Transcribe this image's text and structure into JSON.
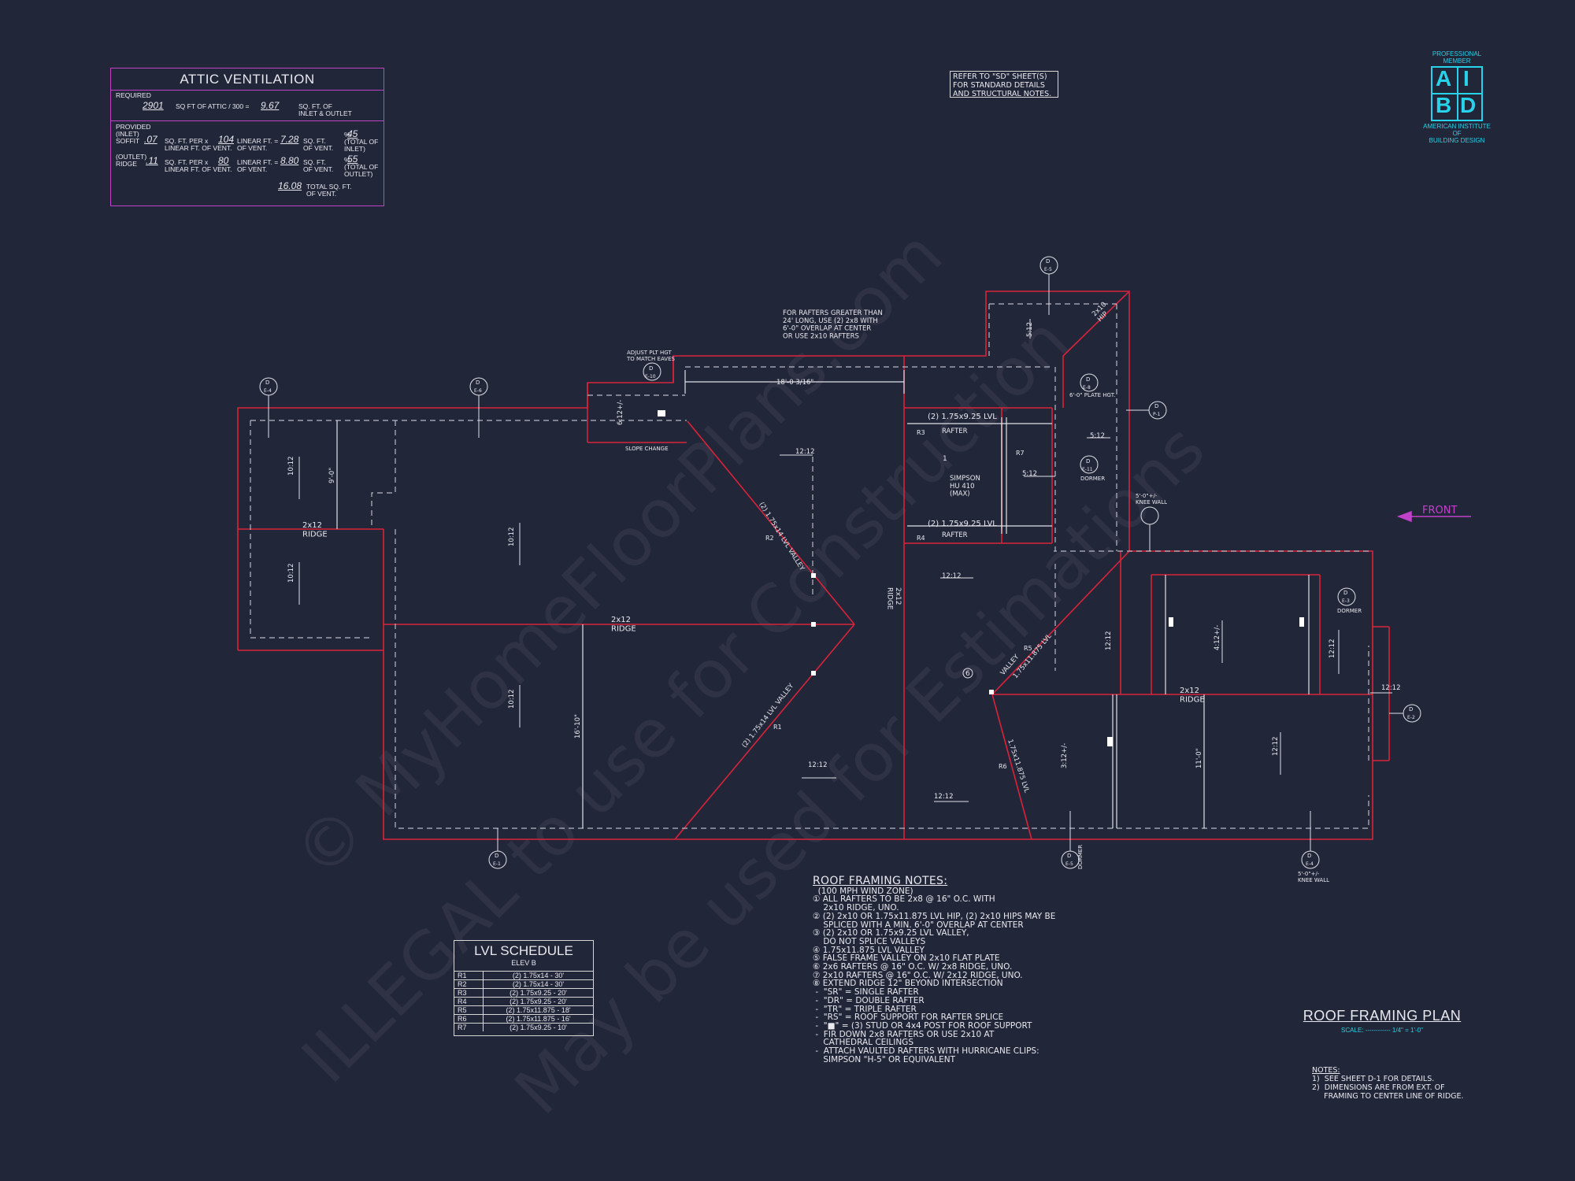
{
  "colors": {
    "background": "#222639",
    "roof_line": "#d8233a",
    "drawing_line": "#e0e0e6",
    "magenta": "#c042c8",
    "cyan": "#28d2e8",
    "watermark": "#ffffff"
  },
  "attic_ventilation": {
    "title": "ATTIC VENTILATION",
    "required_label": "REQUIRED",
    "required_sqft": "2901",
    "required_text_1": "SQ FT OF ATTIC / 300 =",
    "required_result": "9.67",
    "required_text_2": "SQ. FT. OF\nINLET & OUTLET",
    "provided_label": "PROVIDED\n(INLET)",
    "soffit_label": "SOFFIT",
    "soffit_rate": ".07",
    "soffit_per": "SQ. FT. PER x\nLINEAR FT. OF VENT.",
    "soffit_length": "104",
    "soffit_len_label": "LINEAR FT. =\nOF VENT.",
    "soffit_area": "7.28",
    "soffit_area_label": "SQ. FT.\nOF VENT.",
    "soffit_pct": "45",
    "soffit_pct_label": "%\n(TOTAL OF\nINLET)",
    "outlet_label": "(OUTLET)\nRIDGE",
    "ridge_rate": ".11",
    "ridge_per": "SQ. FT. PER x\nLINEAR FT. OF VENT.",
    "ridge_length": "80",
    "ridge_len_label": "LINEAR FT. =\nOF VENT.",
    "ridge_area": "8.80",
    "ridge_area_label": "SQ. FT.\nOF VENT.",
    "ridge_pct": "55",
    "ridge_pct_label": "%\n(TOTAL OF\nOUTLET)",
    "total_value": "16.08",
    "total_label": "TOTAL SQ. FT.\nOF VENT."
  },
  "refer_note": "REFER TO \"SD\" SHEET(S)\nFOR STANDARD DETAILS\nAND STRUCTURAL NOTES.",
  "logo": {
    "top": "PROFESSIONAL\nMEMBER",
    "letters": [
      "A",
      "I",
      "B",
      "D"
    ],
    "bottom": "AMERICAN INSTITUTE\nOF\nBUILDING DESIGN"
  },
  "front_label": "FRONT",
  "plan_labels": {
    "rafter_note": "FOR RAFTERS GREATER THAN\n24' LONG, USE (2) 2x8 WITH\n6'-0\" OVERLAP AT CENTER\nOR USE 2x10 RAFTERS",
    "adjust_note": "ADJUST PLT HGT\nTO MATCH EAVES",
    "slope_change": "SLOPE CHANGE",
    "dim_18": "18'-0 3/16\"",
    "lvl_top": "(2) 1.75x9.25 LVL",
    "rafter": "RAFTER",
    "lvl_bottom": "(2) 1.75x9.25 LVL",
    "simpson": "SIMPSON\nHU 410\n(MAX)",
    "plate_hgt": "6'-0\" PLATE HGT.",
    "dormer": "DORMER",
    "knee_wall": "5'-0\"+/-\nKNEE WALL",
    "ridge_2x12": "2x12\nRIDGE",
    "ridge_vert": "2x12\nRIDGE",
    "valley_lvl": "(2) 1.75x14 LVL VALLEY",
    "valley_lvl2": "(2) 1.75x14 LVL VALLEY",
    "lvl_1875": "1.75x11.875 LVL",
    "lvl_1875b": "1.75x11.875 LVL",
    "valley": "VALLEY",
    "hip": "2x10\nHIP",
    "tag_r1": "R1",
    "tag_r2": "R2",
    "tag_r3": "R3",
    "tag_r4": "R4",
    "tag_r5": "R5",
    "tag_r6": "R6",
    "tag_r7": "R7",
    "pitch_12": "12:12",
    "pitch_10": "10:12",
    "pitch_5": "5:12",
    "pitch_6": "6:12+/-",
    "pitch_4": "4:12+/-",
    "pitch_3": "3:12+/-",
    "dim_9": "9'-0\"",
    "dim_16": "16'-10\"",
    "dim_11": "11'-0\"",
    "num_1": "1",
    "num_6": "6",
    "sec_d": "D",
    "sec_e1": "E-1",
    "sec_e2": "E-2",
    "sec_e3": "E-3",
    "sec_e4": "E-4",
    "sec_e5": "E-5",
    "sec_e6": "E-6",
    "sec_e8": "E-8",
    "sec_e10": "E-10",
    "sec_e11": "E-11",
    "sec_p1": "P-1"
  },
  "lvl_schedule": {
    "title": "LVL SCHEDULE",
    "subtitle": "ELEV B",
    "rows": [
      [
        "R1",
        "(2) 1.75x14 - 30'"
      ],
      [
        "R2",
        "(2) 1.75x14 - 30'"
      ],
      [
        "R3",
        "(2) 1.75x9.25 - 20'"
      ],
      [
        "R4",
        "(2) 1.75x9.25 - 20'"
      ],
      [
        "R5",
        "(2) 1.75x11.875 - 18'"
      ],
      [
        "R6",
        "(2) 1.75x11.875 - 16'"
      ],
      [
        "R7",
        "(2) 1.75x9.25 - 10'"
      ]
    ]
  },
  "roof_framing_notes": {
    "title": "ROOF FRAMING NOTES:",
    "lines": [
      "  (100 MPH WIND ZONE)",
      "① ALL RAFTERS TO BE 2x8 @ 16\" O.C. WITH",
      "    2x10 RIDGE, UNO.",
      "② (2) 2x10 OR 1.75x11.875 LVL HIP, (2) 2x10 HIPS MAY BE",
      "    SPLICED WITH A MIN. 6'-0\" OVERLAP AT CENTER",
      "③ (2) 2x10 OR 1.75x9.25 LVL VALLEY,",
      "    DO NOT SPLICE VALLEYS",
      "④ 1.75x11.875 LVL VALLEY",
      "⑤ FALSE FRAME VALLEY ON 2x10 FLAT PLATE",
      "⑥ 2x6 RAFTERS @ 16\" O.C. W/ 2x8 RIDGE, UNO.",
      "⑦ 2x10 RAFTERS @ 16\" O.C. W/ 2x12 RIDGE, UNO.",
      "⑧ EXTEND RIDGE 12\" BEYOND INTERSECTION",
      " -  \"SR\" = SINGLE RAFTER",
      " -  \"DR\" = DOUBLE RAFTER",
      " -  \"TR\" = TRIPLE RAFTER",
      " -  \"RS\" = ROOF SUPPORT FOR RAFTER SPLICE",
      " -  \"■\" = (3) STUD OR 4x4 POST FOR ROOF SUPPORT",
      " -  FIR DOWN 2x8 RAFTERS OR USE 2x10 AT",
      "    CATHEDRAL CEILINGS",
      " -  ATTACH VAULTED RAFTERS WITH HURRICANE CLIPS:",
      "    SIMPSON \"H-5\" OR EQUIVALENT"
    ]
  },
  "plan_title": {
    "title": "ROOF FRAMING PLAN",
    "scale": "SCALE: ------------ 1/4\" = 1'-0\""
  },
  "general_notes": {
    "title": "NOTES:",
    "lines": [
      "1)  SEE SHEET D-1 FOR DETAILS.",
      "2)  DIMENSIONS ARE FROM EXT. OF",
      "     FRAMING TO CENTER LINE OF RIDGE."
    ]
  },
  "watermark": {
    "line1": "© MyHomeFloorPlans.com",
    "line2": "ILLEGAL to use for Construction",
    "line3": "May be used for Estimations"
  }
}
